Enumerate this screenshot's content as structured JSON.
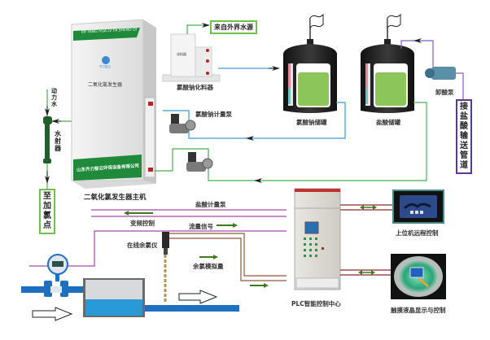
{
  "title": "二氧化氯发生器系统流程图",
  "generator": {
    "label": "二氧化氯发生器主机",
    "panel_text": "二氧化氯发生器",
    "banner_top": "ER YANG HUA LV FA SHENG QI",
    "banner_bottom": "山东齐力智云环保设备有限公司",
    "logo_text": "齐力智云"
  },
  "dissolver": {
    "label": "氯酸钠化料器",
    "tank_text": "化料器",
    "water_source": "来自外界水源"
  },
  "tanks": [
    {
      "label": "氯酸钠储罐"
    },
    {
      "label": "盐酸储罐"
    }
  ],
  "unload_pump": {
    "label": "卸酸泵"
  },
  "acid_pipeline": {
    "label": "接盐酸输送管道"
  },
  "ejector": {
    "power_water": "动力水",
    "label": "水射器",
    "to_dosing_point": "至加氯点"
  },
  "pumps": {
    "chlorate_meter": "氯酸钠计量泵",
    "hcl_meter": "盐酸计量泵"
  },
  "signals": {
    "vfd": "变频控制",
    "flow": "流量信号",
    "residual_analog": "余氯模拟量"
  },
  "analyzer": {
    "label": "在线余氯仪"
  },
  "plc": {
    "label": "PLC智能控制中心"
  },
  "remote": {
    "label": "上位机远程控制"
  },
  "touch": {
    "label": "触摸液晶显示与控制"
  },
  "colors": {
    "green_line": "#4caf50",
    "blue_line": "#3a9ad9",
    "purple_line": "#a04aa8",
    "brown_line": "#8a5a3c",
    "darkred_line": "#8b2a2a",
    "arrow_green": "#3f7a1e",
    "pipe_blue": "#1e6fbf"
  }
}
